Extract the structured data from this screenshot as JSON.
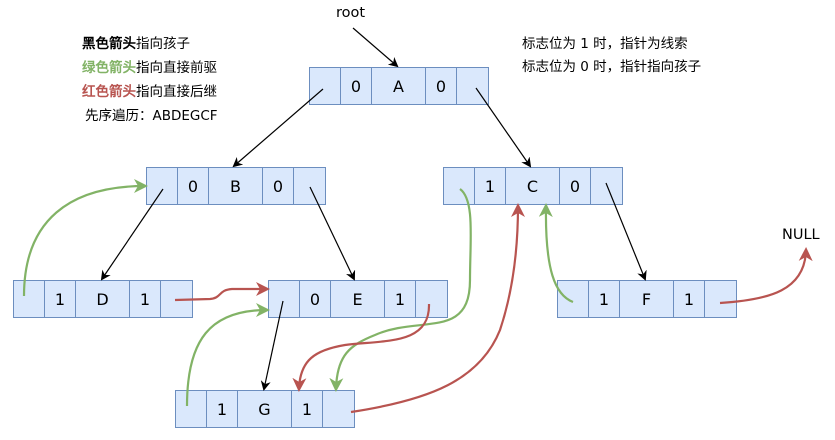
{
  "legend": {
    "black": {
      "keyword": "黑色箭头",
      "text": "指向孩子",
      "color": "#000000"
    },
    "green": {
      "keyword": "绿色箭头",
      "text": "指向直接前驱",
      "color": "#82b366"
    },
    "red": {
      "keyword": "红色箭头",
      "text": "指向直接后继",
      "color": "#b85450"
    },
    "traversal": "先序遍历：ABDEGCF"
  },
  "notes": {
    "line1": "标志位为 1 时，指针为线索",
    "line2": "标志位为 0 时，指针指向孩子"
  },
  "labels": {
    "root": "root",
    "null": "NULL"
  },
  "colors": {
    "node_fill": "#dae8fc",
    "node_border": "#6c8ebf",
    "child_arrow": "#000000",
    "pred_arrow": "#82b366",
    "succ_arrow": "#b85450"
  },
  "nodes": {
    "A": {
      "ltag": "0",
      "data": "A",
      "rtag": "0"
    },
    "B": {
      "ltag": "0",
      "data": "B",
      "rtag": "0"
    },
    "C": {
      "ltag": "1",
      "data": "C",
      "rtag": "0"
    },
    "D": {
      "ltag": "1",
      "data": "D",
      "rtag": "1"
    },
    "E": {
      "ltag": "0",
      "data": "E",
      "rtag": "1"
    },
    "F": {
      "ltag": "1",
      "data": "F",
      "rtag": "1"
    },
    "G": {
      "ltag": "1",
      "data": "G",
      "rtag": "1"
    }
  },
  "edges": [
    {
      "type": "child",
      "from": "root",
      "to": "A"
    },
    {
      "type": "child",
      "from": "A",
      "to": "B"
    },
    {
      "type": "child",
      "from": "A",
      "to": "C"
    },
    {
      "type": "child",
      "from": "B",
      "to": "D"
    },
    {
      "type": "child",
      "from": "B",
      "to": "E"
    },
    {
      "type": "child",
      "from": "E",
      "to": "G"
    },
    {
      "type": "child",
      "from": "C",
      "to": "F"
    },
    {
      "type": "pred",
      "from": "D",
      "to": "B"
    },
    {
      "type": "pred",
      "from": "G",
      "to": "E"
    },
    {
      "type": "pred",
      "from": "C",
      "to": "G"
    },
    {
      "type": "pred",
      "from": "F",
      "to": "C"
    },
    {
      "type": "succ",
      "from": "D",
      "to": "E"
    },
    {
      "type": "succ",
      "from": "E",
      "to": "G"
    },
    {
      "type": "succ",
      "from": "G",
      "to": "C"
    },
    {
      "type": "succ",
      "from": "F",
      "to": "NULL"
    }
  ]
}
